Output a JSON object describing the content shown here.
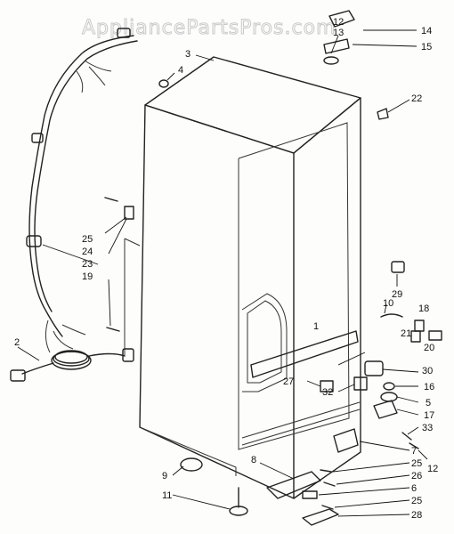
{
  "watermark": "AppliancePartsPros.com",
  "callouts": [
    {
      "id": "c14",
      "text": "14"
    },
    {
      "id": "c12a",
      "text": "12"
    },
    {
      "id": "c13",
      "text": "13"
    },
    {
      "id": "c15",
      "text": "15"
    },
    {
      "id": "c3",
      "text": "3"
    },
    {
      "id": "c4",
      "text": "4"
    },
    {
      "id": "c22",
      "text": "22"
    },
    {
      "id": "c25a",
      "text": "25"
    },
    {
      "id": "c24",
      "text": "24"
    },
    {
      "id": "c23",
      "text": "23"
    },
    {
      "id": "c19",
      "text": "19"
    },
    {
      "id": "c2",
      "text": "2"
    },
    {
      "id": "c29",
      "text": "29"
    },
    {
      "id": "c10",
      "text": "10"
    },
    {
      "id": "c18",
      "text": "18"
    },
    {
      "id": "c21",
      "text": "21"
    },
    {
      "id": "c20",
      "text": "20"
    },
    {
      "id": "c1",
      "text": "1"
    },
    {
      "id": "c30",
      "text": "30"
    },
    {
      "id": "c16",
      "text": "16"
    },
    {
      "id": "c5",
      "text": "5"
    },
    {
      "id": "c17",
      "text": "17"
    },
    {
      "id": "c27",
      "text": "27"
    },
    {
      "id": "c32",
      "text": "32"
    },
    {
      "id": "c33",
      "text": "33"
    },
    {
      "id": "c7",
      "text": "7"
    },
    {
      "id": "c12b",
      "text": "12"
    },
    {
      "id": "c8",
      "text": "8"
    },
    {
      "id": "c25b",
      "text": "25"
    },
    {
      "id": "c26",
      "text": "26"
    },
    {
      "id": "c9",
      "text": "9"
    },
    {
      "id": "c6",
      "text": "6"
    },
    {
      "id": "c25c",
      "text": "25"
    },
    {
      "id": "c11",
      "text": "11"
    },
    {
      "id": "c28",
      "text": "28"
    }
  ]
}
